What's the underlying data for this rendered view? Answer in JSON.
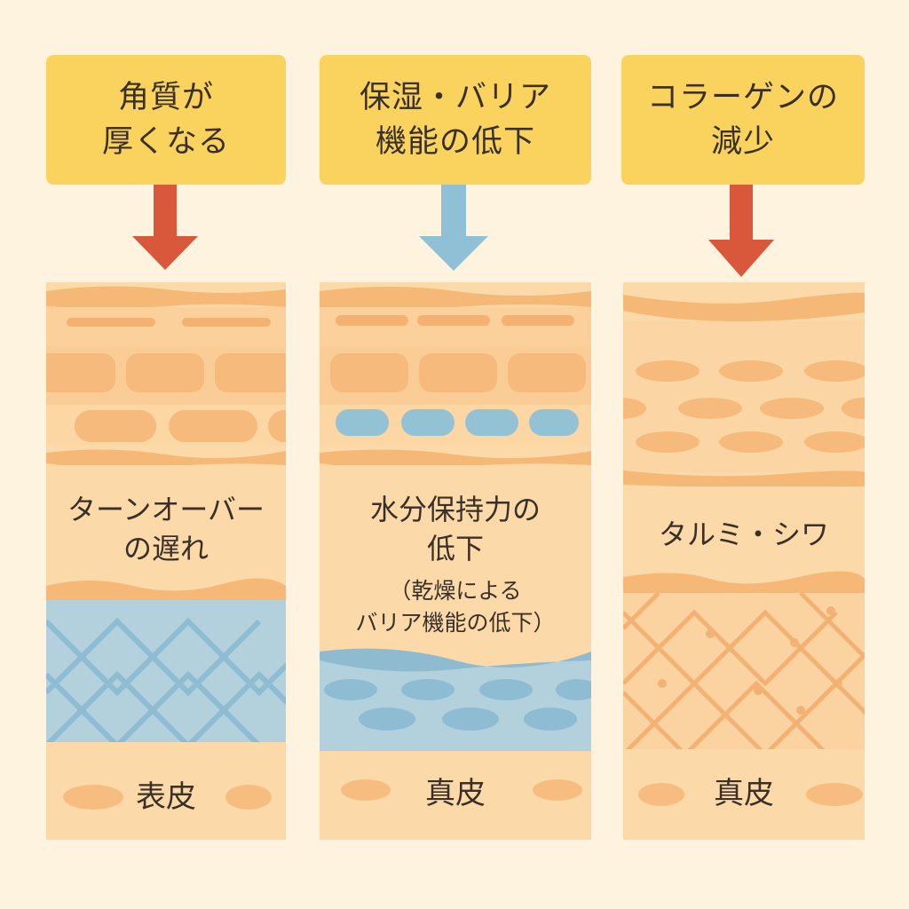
{
  "colors": {
    "background": "#fdf3df",
    "header_fill": "#fad35f",
    "arrow_red": "#d9573a",
    "arrow_blue": "#8fc0d6",
    "skin_light": "#fcd9a8",
    "skin_mid": "#f9c88e",
    "skin_dark": "#f4ad6a",
    "moisture_blue": "#93c2d5"
  },
  "panels": [
    {
      "header": "角質が\n厚くなる",
      "arrow": "down-arrow-red",
      "caption": "ターンオーバー\nの遅れ",
      "layer_label": "表皮"
    },
    {
      "header": "保湿・バリア\n機能の低下",
      "arrow": "down-arrow-blue",
      "caption": "水分保持力の\n低下",
      "note": "（乾燥による\nバリア機能の低下）",
      "layer_label": "真皮"
    },
    {
      "header": "コラーゲンの\n減少",
      "arrow": "down-arrow-red",
      "caption": "タルミ・シワ",
      "layer_label": "真皮"
    }
  ]
}
